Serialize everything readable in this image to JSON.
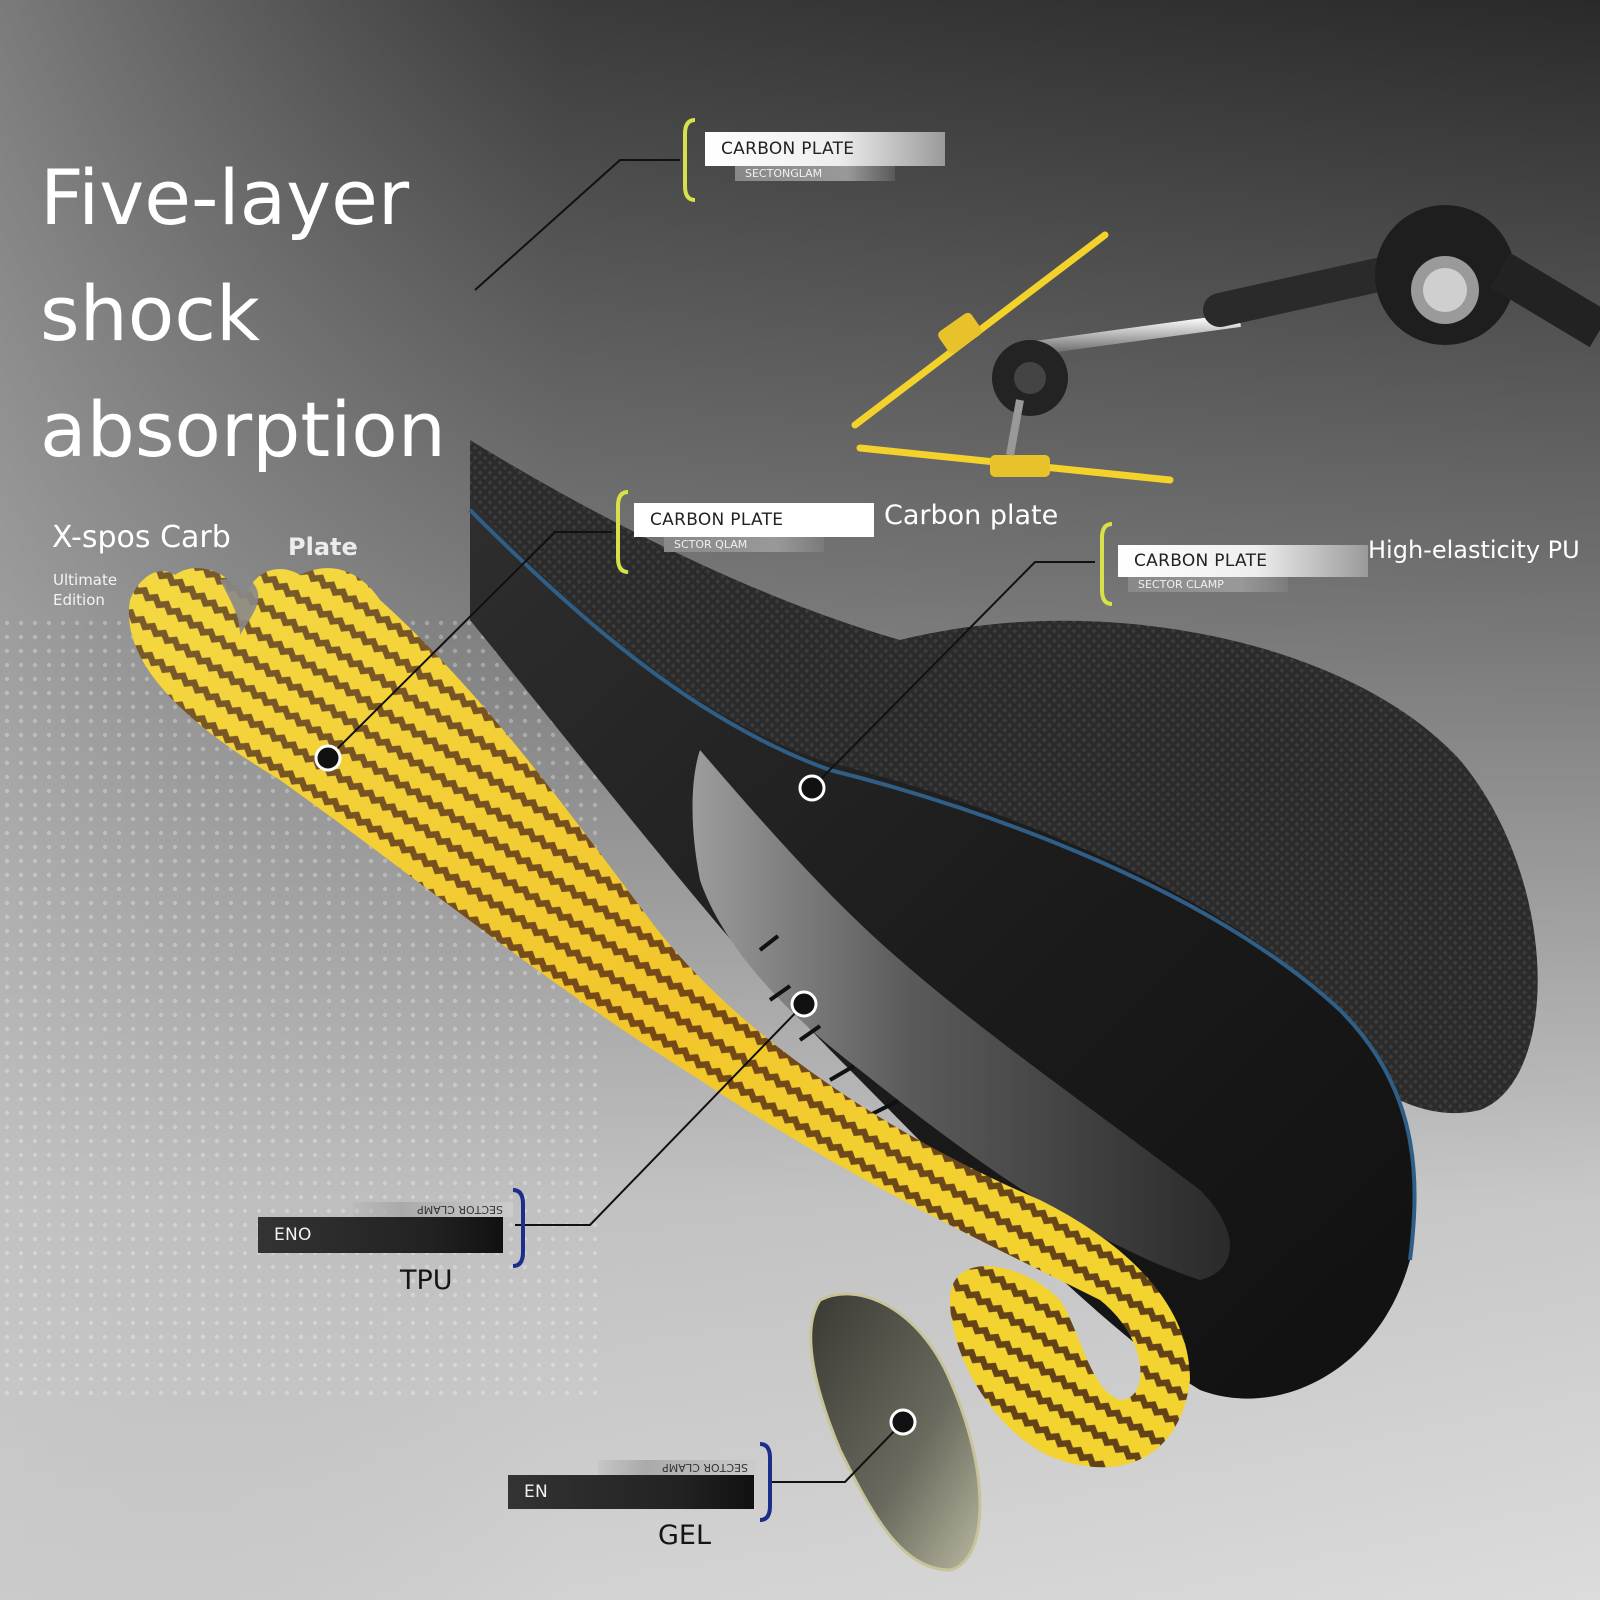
{
  "headline": [
    "Five-layer",
    "shock",
    "absorption"
  ],
  "brand": "X-spos Carb",
  "edition": [
    "Ultimate",
    "Edition"
  ],
  "plate_overlay": "Plate",
  "callouts": {
    "top": {
      "label": "CARBON PLATE",
      "sub": "SECTONGLAM"
    },
    "carbon": {
      "label": "CARBON PLATE",
      "sub": "SCTOR QLAM",
      "caption": "Carbon plate"
    },
    "pu": {
      "label": "CARBON PLATE",
      "sub": "SECTOR CLAMP",
      "caption": "High-elasticity PU"
    },
    "tpu": {
      "label": "ENO",
      "sub": "SECTOR CLAMP",
      "caption": "TPU"
    },
    "gel": {
      "label": "EN",
      "sub": "SECTOR CLAMP",
      "caption": "GEL"
    }
  },
  "colors": {
    "accent_yellow": "#f2d22b",
    "carbon_brown": "#5b3a12",
    "edge_blue": "#2f5e86",
    "bracket_navy": "#1c2d8a"
  }
}
